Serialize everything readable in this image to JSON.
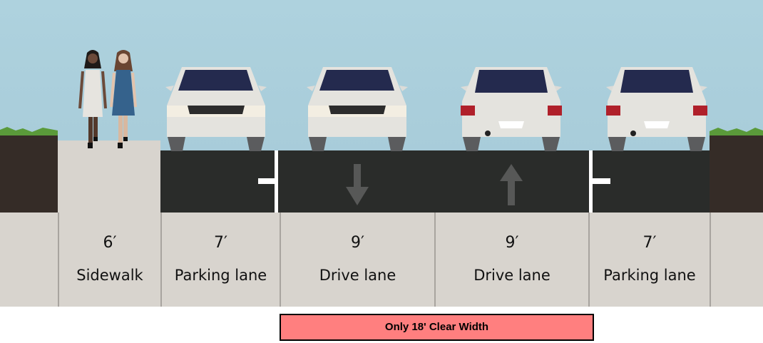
{
  "segments": [
    {
      "width": "",
      "name": ""
    },
    {
      "width": "6′",
      "name": "Sidewalk"
    },
    {
      "width": "7′",
      "name": "Parking lane"
    },
    {
      "width": "9′",
      "name": "Drive lane"
    },
    {
      "width": "9′",
      "name": "Drive lane"
    },
    {
      "width": "7′",
      "name": "Parking lane"
    },
    {
      "width": "",
      "name": ""
    }
  ],
  "annotation": {
    "label": "Only 18' Clear Width",
    "color": "#ff7f7f"
  },
  "colors": {
    "asphalt": "#2a2c2a",
    "sidewalk": "#d8d4ce",
    "soil": "#352c27",
    "sky": "#aed2de"
  }
}
